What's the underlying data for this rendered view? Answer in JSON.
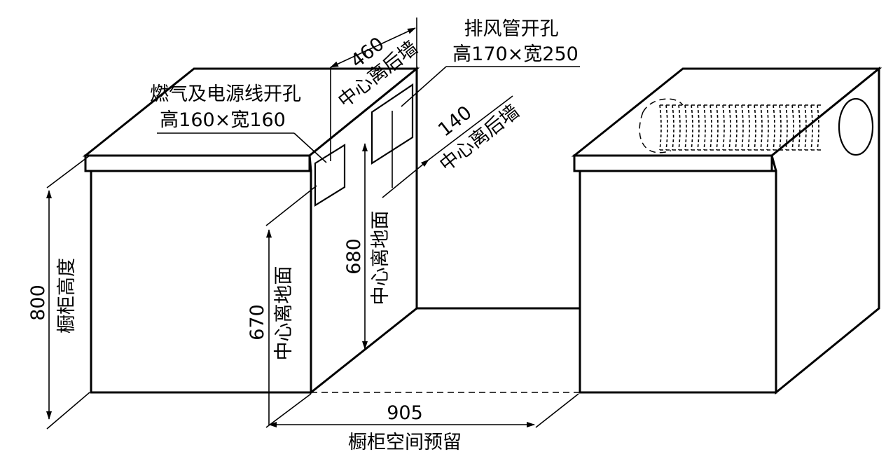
{
  "labels": {
    "cabinet_height_value": "800",
    "cabinet_height_text": "橱柜高度",
    "gas_hole_title": "燃气及电源线开孔",
    "gas_hole_size": "高160×宽160",
    "exhaust_hole_title": "排风管开孔",
    "exhaust_hole_size": "高170×宽250",
    "gas_wall_value": "460",
    "gas_wall_text": "中心离后墙",
    "exhaust_wall_value": "140",
    "exhaust_wall_text": "中心离后墙",
    "gas_floor_value": "670",
    "gas_floor_text": "中心离地面",
    "exhaust_floor_value": "680",
    "exhaust_floor_text": "中心离地面",
    "space_value": "905",
    "space_text": "橱柜空间预留"
  },
  "colors": {
    "line": "#000000",
    "background": "#ffffff"
  }
}
